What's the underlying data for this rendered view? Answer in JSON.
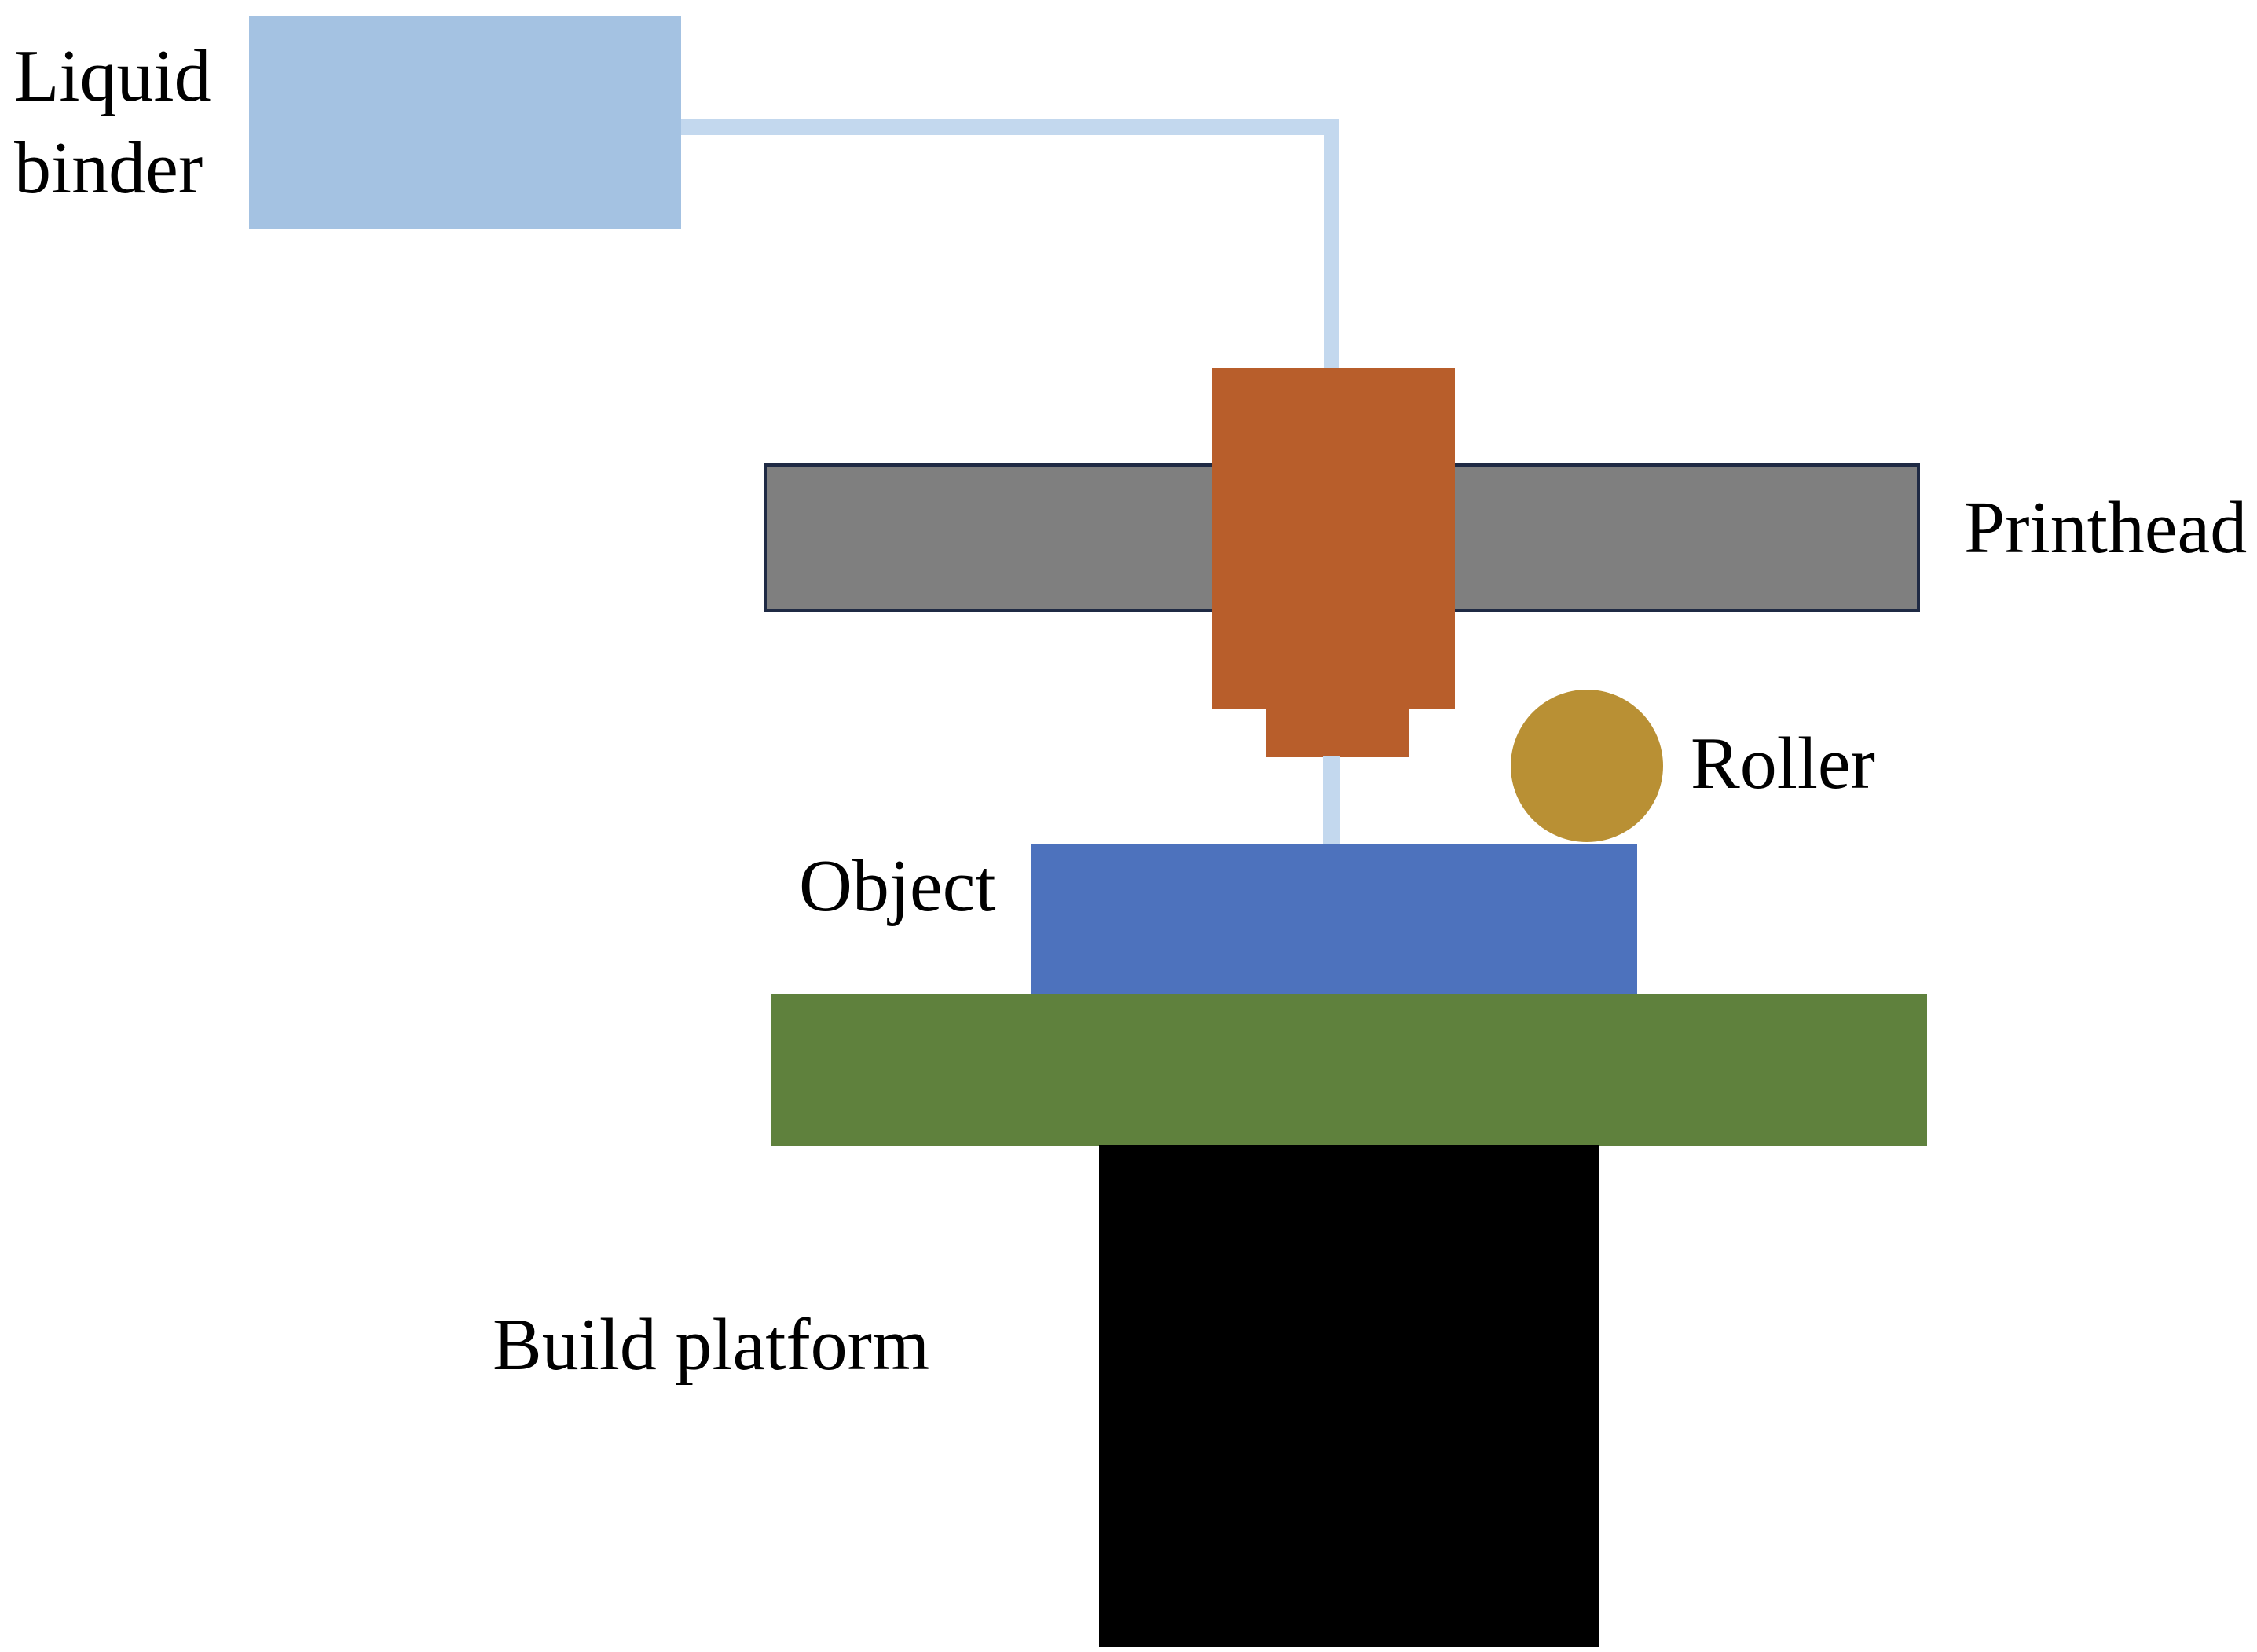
{
  "labels": {
    "liquid_binder_line1": "Liquid",
    "liquid_binder_line2": "binder",
    "printhead": "Printhead",
    "roller": "Roller",
    "object": "Object",
    "build_platform": "Build platform"
  },
  "colors": {
    "liquid_binder_tank": "#a4c2e2",
    "binder_tube": "#c3d8ee",
    "printhead_rail": "#7f7f7f",
    "printhead_rail_border": "#1f2a44",
    "nozzle": "#b85e2b",
    "roller": "#b99034",
    "object": "#4d72bd",
    "build_plate": "#5f813d",
    "build_column": "#000000"
  }
}
